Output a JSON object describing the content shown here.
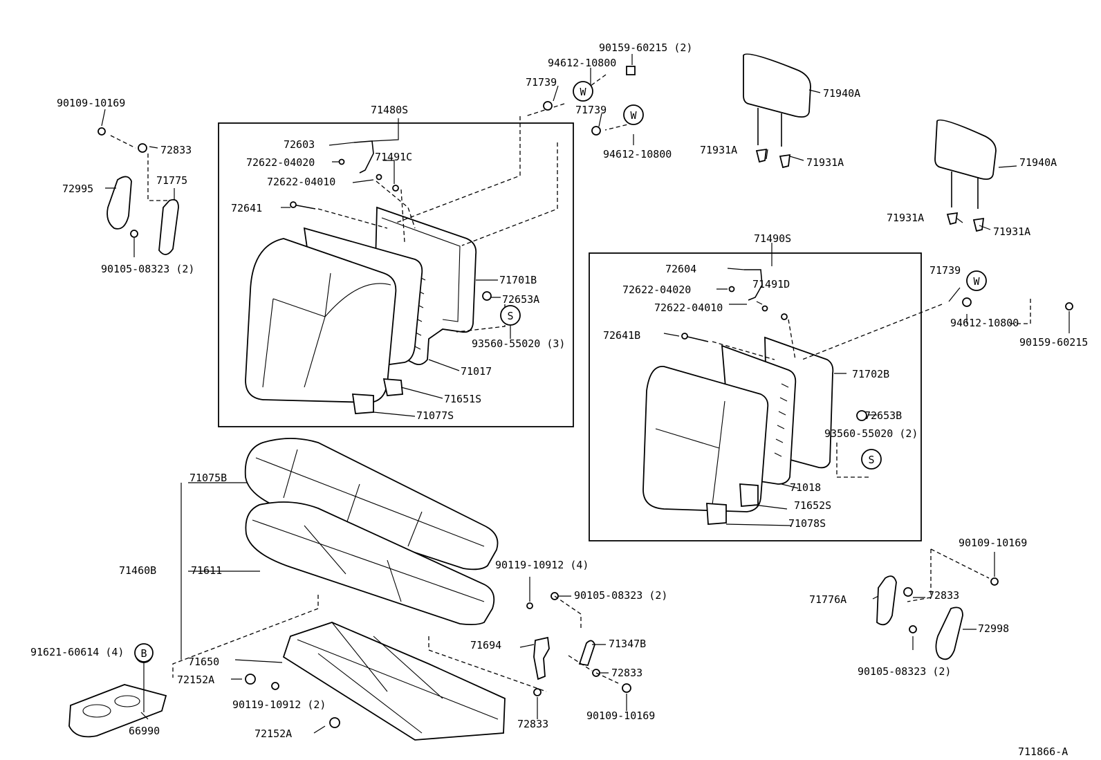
{
  "diagram_number": "711866-A",
  "assembly_labels": {
    "rear_back_left": "71480S",
    "rear_back_right": "71490S",
    "cushion_assy": "71460B"
  },
  "callouts": {
    "c_90159_60215_2": "90159-60215 (2)",
    "c_94612_10800_top": "94612-10800",
    "c_71739_a": "71739",
    "c_71739_b": "71739",
    "c_94612_10800_mid": "94612-10800",
    "c_90109_10169_tl": "90109-10169",
    "c_72833_tl": "72833",
    "c_72995": "72995",
    "c_71775": "71775",
    "c_90105_08323_tl": "90105-08323 (2)",
    "c_72603": "72603",
    "c_72622_04020_l": "72622-04020",
    "c_71491c": "71491C",
    "c_72622_04010_l": "72622-04010",
    "c_72641": "72641",
    "c_71701b": "71701B",
    "c_72653a": "72653A",
    "c_93560_55020_3": "93560-55020 (3)",
    "c_71017": "71017",
    "c_71651s": "71651S",
    "c_71077s": "71077S",
    "c_71940a_1": "71940A",
    "c_71931a_1": "71931A",
    "c_71931a_2": "71931A",
    "c_71940a_2": "71940A",
    "c_71931a_3": "71931A",
    "c_71931a_4": "71931A",
    "c_72604": "72604",
    "c_72622_04020_r": "72622-04020",
    "c_71491d": "71491D",
    "c_72622_04010_r": "72622-04010",
    "c_72641b": "72641B",
    "c_71702b": "71702B",
    "c_72653b": "72653B",
    "c_93560_55020_2": "93560-55020 (2)",
    "c_71018": "71018",
    "c_71652s": "71652S",
    "c_71078s": "71078S",
    "c_71739_r": "71739",
    "c_94612_10800_r": "94612-10800",
    "c_90159_60215_r": "90159-60215",
    "c_71075b": "71075B",
    "c_71611": "71611",
    "c_71650": "71650",
    "c_91621_60614": "91621-60614 (4)",
    "c_66990": "66990",
    "c_72152a_1": "72152A",
    "c_72152a_2": "72152A",
    "c_90119_10912_2": "90119-10912 (2)",
    "c_90119_10912_4": "90119-10912 (4)",
    "c_90105_08323_mid": "90105-08323 (2)",
    "c_71694": "71694",
    "c_71347b": "71347B",
    "c_72833_mid": "72833",
    "c_72833_low": "72833",
    "c_90109_10169_mid": "90109-10169",
    "c_90109_10169_r": "90109-10169",
    "c_72833_r": "72833",
    "c_71776a": "71776A",
    "c_72998": "72998",
    "c_90105_08323_r": "90105-08323 (2)"
  },
  "symbols": {
    "w": "W",
    "s": "S",
    "b": "B"
  }
}
